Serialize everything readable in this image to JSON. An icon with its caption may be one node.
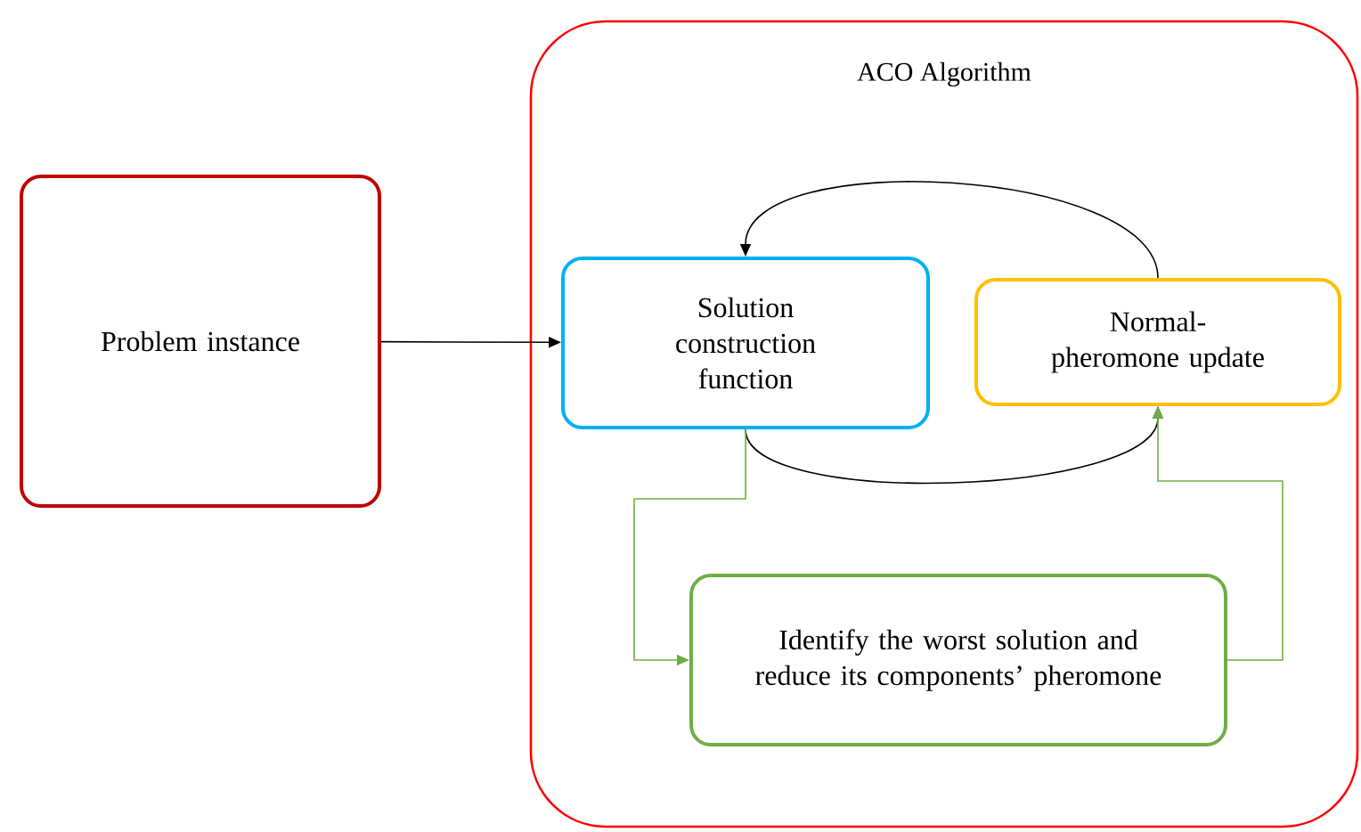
{
  "diagram": {
    "nodes": [
      {
        "text": [
          "ACO Algorithm"
        ]
      },
      {
        "text": [
          "Problem instance"
        ]
      },
      {
        "text": [
          "Solution construction function"
        ],
        "in": 0
      },
      {
        "text": [
          "Normal-pheromone update"
        ],
        "in": 0
      },
      {
        "text": [
          "Identify the worst solution and reduce its components’ pheromone"
        ],
        "in": 0
      }
    ],
    "edges": [
      {
        "from": 1,
        "to": 2,
        "arrow": "to"
      },
      {
        "from": 3,
        "to": 2,
        "arrow": "to"
      },
      {
        "from": 2,
        "to": 3,
        "arrow": "to"
      },
      {
        "from": 2,
        "to": 4,
        "arrow": "to",
        "color": "#70ad47"
      },
      {
        "from": 4,
        "to": 3,
        "arrow": "to",
        "color": "#70ad47"
      }
    ]
  }
}
